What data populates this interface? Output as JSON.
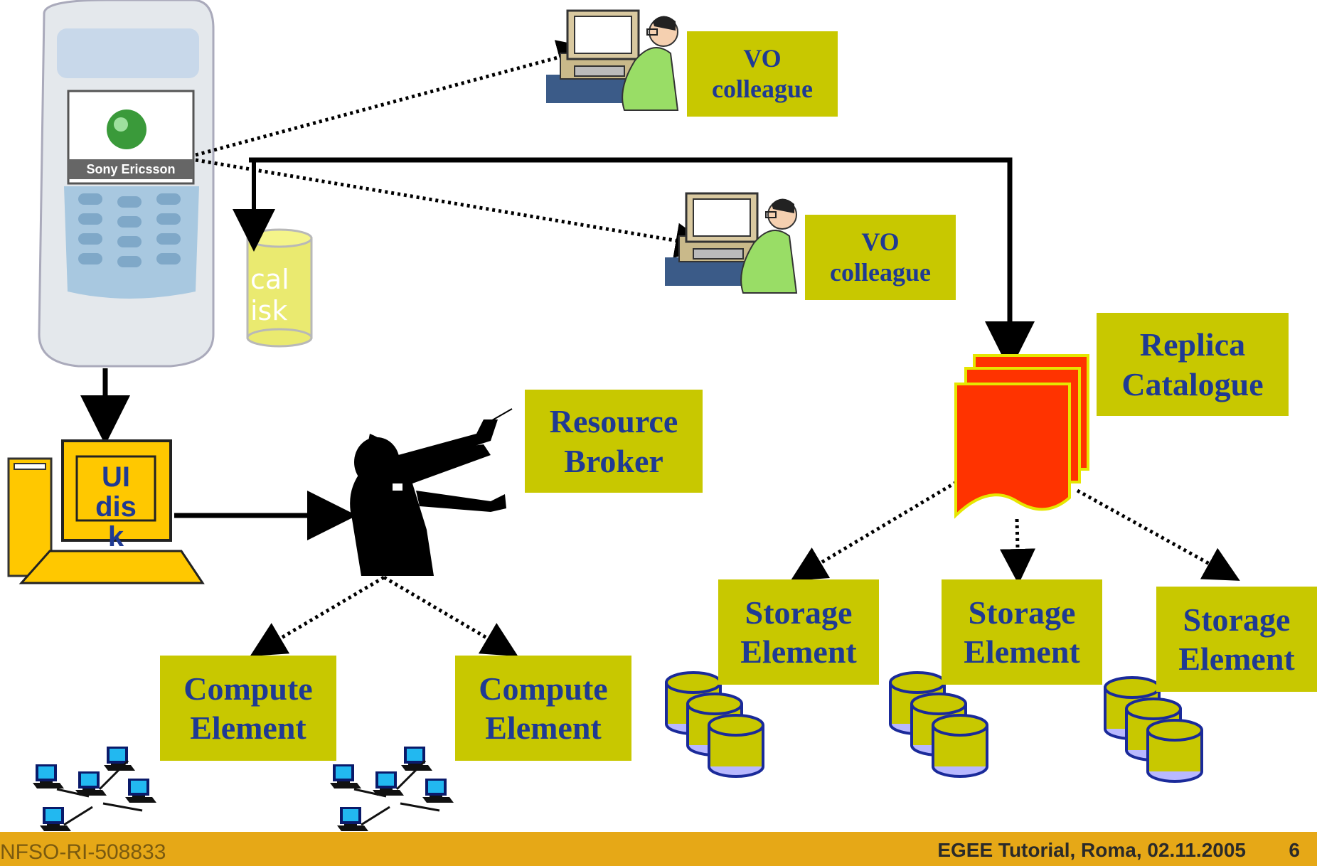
{
  "labels": {
    "vo_colleague_1": [
      "VO",
      "colleague"
    ],
    "vo_colleague_2": [
      "VO",
      "colleague"
    ],
    "replica_catalogue": [
      "Replica",
      "Catalogue"
    ],
    "resource_broker": [
      "Resource",
      "Broker"
    ],
    "storage_element_1": [
      "Storage",
      "Element"
    ],
    "storage_element_2": [
      "Storage",
      "Element"
    ],
    "storage_element_3": [
      "Storage",
      "Element"
    ],
    "compute_element_1": [
      "Compute",
      "Element"
    ],
    "compute_element_2": [
      "Compute",
      "Element"
    ]
  },
  "phone": {
    "brand": "Sony Ericsson"
  },
  "local_disk": {
    "line1": "cal",
    "line2": "isk"
  },
  "ui_disk": {
    "line1": "UI",
    "line2": "dis",
    "line3": "k"
  },
  "footer": {
    "left": "NFSO-RI-508833",
    "right": "EGEE Tutorial, Roma, 02.11.2005",
    "page": "6"
  },
  "colors": {
    "label_bg": "#c8c800",
    "label_text": "#1f3a93",
    "footer_bg": "#e6a817",
    "catalogue": "#ff3300",
    "disk": "#c8c800",
    "ui_box": "#ffc800"
  }
}
